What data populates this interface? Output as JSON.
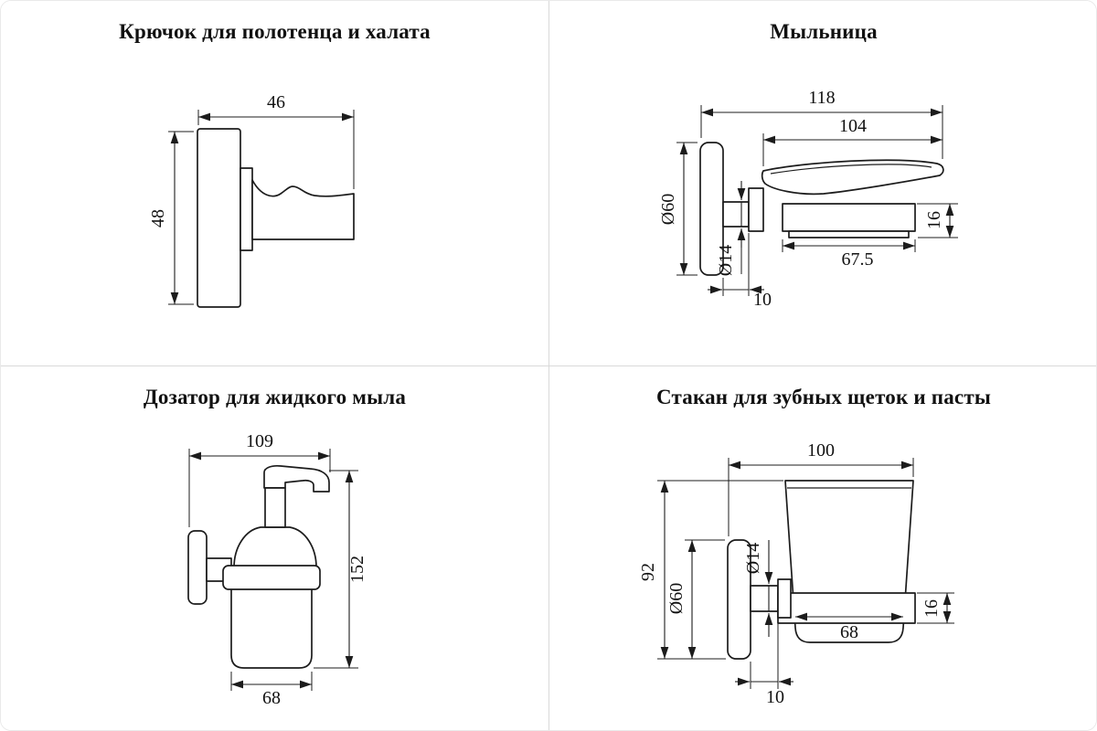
{
  "colors": {
    "ink": "#1c1c1c",
    "background": "#ffffff",
    "divider": "#d9d9d9",
    "border": "#e9e9e9"
  },
  "panels": [
    {
      "id": "hook",
      "title": "Крючок для полотенца и халата",
      "dims": {
        "projection": "46",
        "height": "48"
      }
    },
    {
      "id": "soap-dish",
      "title": "Мыльница",
      "dims": {
        "overall_width": "118",
        "dish_width": "104",
        "plate_diameter": "Ø60",
        "arm_diameter": "Ø14",
        "wall_offset": "10",
        "holder_height": "16",
        "holder_width": "67.5"
      }
    },
    {
      "id": "soap-dispenser",
      "title": "Дозатор для жидкого мыла",
      "dims": {
        "width": "109",
        "height": "152",
        "bottle_width": "68"
      }
    },
    {
      "id": "tumbler",
      "title": "Стакан для зубных щеток и пасты",
      "dims": {
        "width": "100",
        "height": "92",
        "plate_diameter": "Ø60",
        "arm_diameter": "Ø14",
        "wall_offset": "10",
        "holder_height": "16",
        "cup_width": "68"
      }
    }
  ]
}
